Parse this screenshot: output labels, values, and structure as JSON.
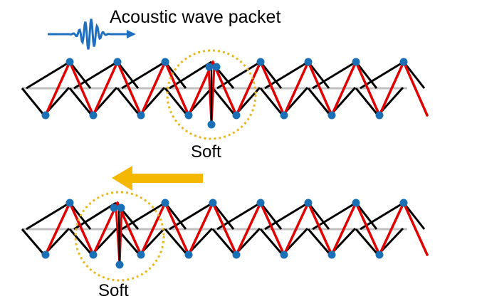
{
  "annotations": {
    "wave_packet_label": "Acoustic wave packet",
    "soft_label_top": "Soft",
    "soft_label_bottom": "Soft"
  },
  "legend_icons": {
    "wave_packet": "wave-packet-icon",
    "propagation": "yellow-left-arrow-icon"
  },
  "colors": {
    "baseline": "#c0c0c0",
    "black_bond": "#000000",
    "red_bond": "#e00000",
    "node": "#1a6fb5",
    "wave": "#1f6fc0",
    "highlight": "#e8b820",
    "arrow": "#f5b800"
  },
  "panels": [
    {
      "name": "top-chain",
      "soft_site_index": 3
    },
    {
      "name": "bottom-chain",
      "soft_site_index": 1
    }
  ]
}
